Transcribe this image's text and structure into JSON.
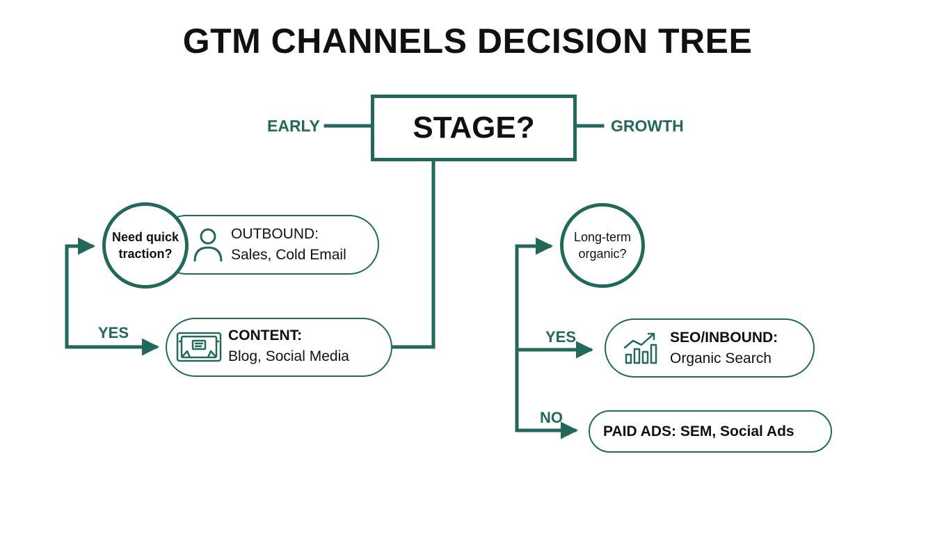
{
  "title": "GTM CHANNELS DECISION TREE",
  "root": {
    "label": "STAGE?"
  },
  "sides": {
    "left": "EARLY",
    "right": "GROWTH"
  },
  "early": {
    "question": {
      "line1": "Need quick",
      "line2": "traction?"
    },
    "outbound": {
      "head": "OUTBOUND:",
      "detail": "Sales, Cold Email",
      "icon": "person-icon"
    },
    "yes_label": "YES",
    "content": {
      "head": "CONTENT:",
      "detail": "Blog, Social Media",
      "icon": "content-board-icon"
    }
  },
  "growth": {
    "question": {
      "line1": "Long-term",
      "line2": "organic?"
    },
    "yes_label": "YES",
    "seo": {
      "head": "SEO/INBOUND:",
      "detail": "Organic Search",
      "icon": "growth-chart-icon"
    },
    "no_label": "NO",
    "paid": {
      "label": "PAID ADS: SEM, Social Ads"
    }
  },
  "colors": {
    "accent": "#22695b",
    "text": "#111111"
  }
}
